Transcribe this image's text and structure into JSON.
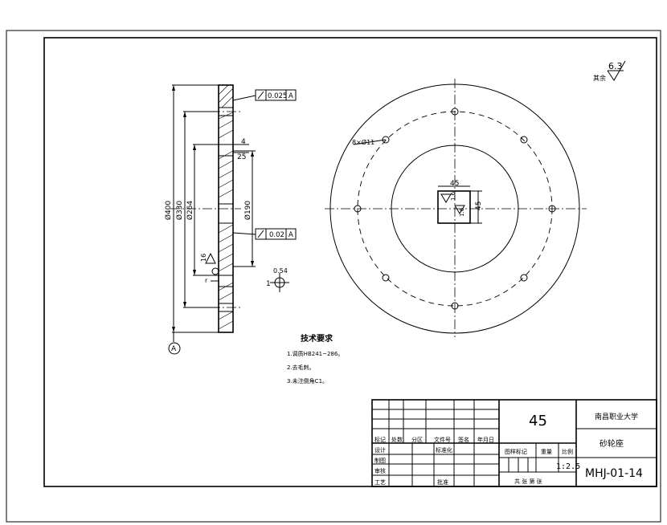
{
  "roughness": {
    "label": "其余",
    "value": "6.3"
  },
  "side_view": {
    "dims": {
      "d400": "Ø400",
      "d330": "Ø330",
      "d264": "Ø264",
      "d190": "Ø190",
      "thk4": "4",
      "thk25": "25",
      "r16": "16",
      "r_label": "r"
    },
    "tol_top": {
      "value": "0.025",
      "datum": "A"
    },
    "tol_bottom": {
      "value": "0.02",
      "datum": "A"
    },
    "datum": "A",
    "detail": {
      "chamfer": "0.54",
      "angle": "1"
    }
  },
  "front_view": {
    "holes_label": "8×Ø11",
    "slot_w": "45",
    "slot_h": "45",
    "rough1": "1.6",
    "rough2": "1.6"
  },
  "tech_req": {
    "title": "技术要求",
    "items": [
      "1.调质HB241~286。",
      "2.去毛刺。",
      "3.未注倒角C1。"
    ]
  },
  "title_block": {
    "material": "45",
    "university": "南昌职业大学",
    "part_name": "砂轮座",
    "drawing_no": "MHJ-01-14",
    "scale": "1:2.5",
    "headers": [
      "标记",
      "处数",
      "分区",
      "文件号",
      "签名",
      "年月日"
    ],
    "rows": [
      "设计",
      "制图",
      "审核",
      "工艺"
    ],
    "std": "标准化",
    "approve": "批准",
    "stage": "图样标记",
    "weight": "重量",
    "ratio": "比例",
    "sheets": "共  张  第  张"
  }
}
